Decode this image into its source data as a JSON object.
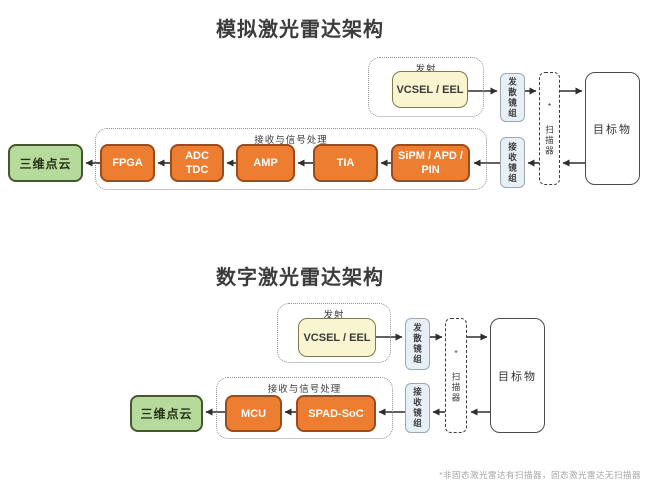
{
  "page": {
    "footnote": "*非固态激光雷达有扫描器，固态激光雷达无扫描器"
  },
  "colors": {
    "node_orange": "#ED7D31",
    "node_orange_border": "#9C4B1A",
    "node_green": "#B5DA9C",
    "node_green_border": "#46572F",
    "node_yellow": "#F9F5D0",
    "node_yellow_border": "#7E7A4F",
    "lens_blue": "#E7F0F6",
    "lens_blue_border": "#9BA8B0",
    "arrow": "#2F2F2F"
  },
  "analog": {
    "title": "模拟激光雷达架构",
    "transmit_group": "发射",
    "emitter": "VCSEL / EEL",
    "transmit_lens": "发散镜组",
    "scanner": "* 扫描器",
    "target": "目标物",
    "receive_lens": "接收镜组",
    "receive_group": "接收与信号处理",
    "nodes": {
      "detector": "SiPM / APD /\nPIN",
      "tia": "TIA",
      "amp": "AMP",
      "adc_tdc": "ADC\nTDC",
      "fpga": "FPGA"
    },
    "output": "三维点云"
  },
  "digital": {
    "title": "数字激光雷达架构",
    "transmit_group": "发射",
    "emitter": "VCSEL / EEL",
    "transmit_lens": "发散镜组",
    "scanner": "* 扫描器",
    "target": "目标物",
    "receive_lens": "接收镜组",
    "receive_group": "接收与信号处理",
    "nodes": {
      "spad_soc": "SPAD-SoC",
      "mcu": "MCU"
    },
    "output": "三维点云"
  }
}
